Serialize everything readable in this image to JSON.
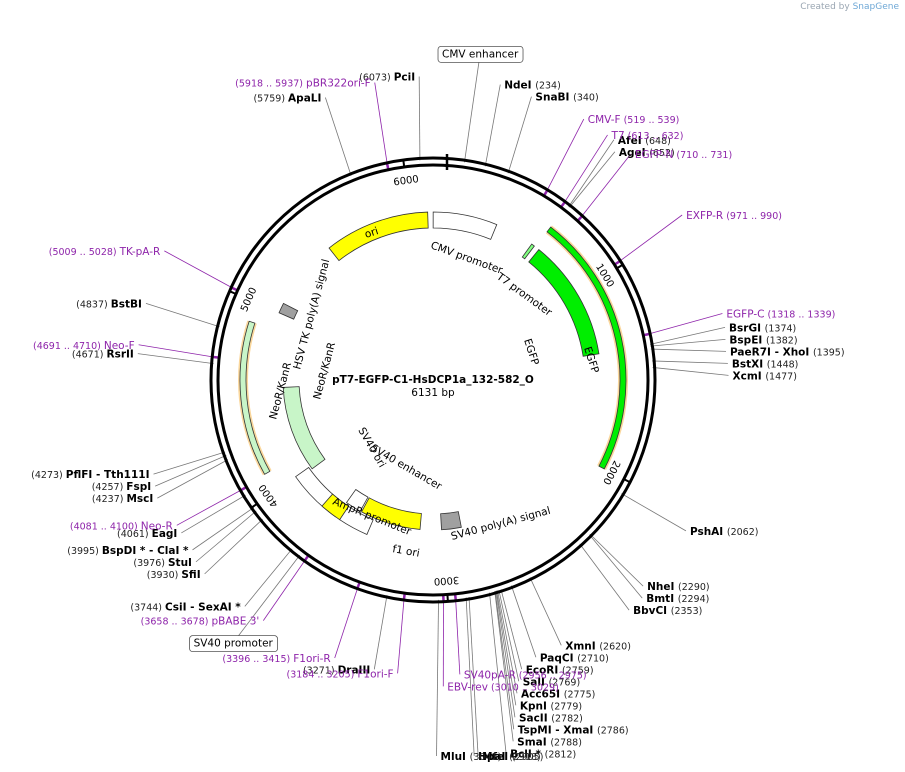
{
  "credit": {
    "prefix": "Created by",
    "brand": "SnapGene"
  },
  "title": "pT7-EGFP-C1-HsDCP1a_132-582_O",
  "length_label": "6131 bp",
  "total_bp": 6131,
  "ring_ticks": [
    {
      "pos": 1000,
      "label": "1000"
    },
    {
      "pos": 2000,
      "label": "2000"
    },
    {
      "pos": 3000,
      "label": "3000"
    },
    {
      "pos": 4000,
      "label": "4000"
    },
    {
      "pos": 5000,
      "label": "5000"
    },
    {
      "pos": 6000,
      "label": "6000"
    }
  ],
  "features": [
    {
      "name": "CMV promoter",
      "start": 1,
      "end": 380,
      "color": "#ffffff",
      "level": 1
    },
    {
      "name": "T7 promoter",
      "start": 613,
      "end": 632,
      "color": "#80ff80",
      "level": 1
    },
    {
      "name": "EGFP",
      "start": 665,
      "end": 1380,
      "color": "#00ee00",
      "level": 1
    },
    {
      "name": "EGFP",
      "start": 640,
      "end": 2000,
      "color": "#00ee00",
      "level": 0
    },
    {
      "name": "SV40 poly(A) signal",
      "start": 2880,
      "end": 3010,
      "color": "#a0a0a0",
      "level": 2
    },
    {
      "name": "f1 ori",
      "start": 3150,
      "end": 3550,
      "color": "#ffff00",
      "level": 2
    },
    {
      "name": "AmpR promoter",
      "start": 3560,
      "end": 3665,
      "color": "#ffffff",
      "level": 2
    },
    {
      "name": "AmpR promoter",
      "start": 3670,
      "end": 4000,
      "color": "#ffffff",
      "level": 1
    },
    {
      "name": "SV40 ori",
      "start": 3640,
      "end": 3770,
      "color": "#ffff00",
      "level": 1
    },
    {
      "name": "SV40 enhancer",
      "start": 3460,
      "end": 3640,
      "color": "#ffffff",
      "level": 1
    },
    {
      "name": "NeoR/KanR",
      "start": 3980,
      "end": 4550,
      "color": "#c8f5c8",
      "level": 2
    },
    {
      "name": "NeoR/KanR",
      "start": 4100,
      "end": 4900,
      "color": "#c8f5c8",
      "level": 0
    },
    {
      "name": "HSV TK poly(A) signal",
      "start": 5000,
      "end": 5060,
      "color": "#a0a0a0",
      "level": 1
    },
    {
      "name": "ori",
      "start": 5480,
      "end": 6100,
      "color": "#ffff00",
      "level": 1
    }
  ],
  "feature_labels": {
    "cmv": "CMV promoter",
    "t7": "T7 promoter",
    "egfp_inner": "EGFP",
    "egfp_outer": "EGFP",
    "sv40pa": "SV40 poly(A) signal",
    "f1ori": "f1 ori",
    "ampr": "AmpR promoter",
    "sv40ori": "SV40 ori",
    "sv40enh": "SV40 enhancer",
    "neor_inner": "NeoR/KanR",
    "neor_outer": "NeoR/KanR",
    "hsvtk": "HSV TK poly(A) signal",
    "ori": "ori"
  },
  "boxed_labels": [
    {
      "text": "CMV enhancer",
      "pos": 140
    },
    {
      "text": "SV40 promoter",
      "pos": 3700
    }
  ],
  "enzymes": [
    {
      "name": "PciI",
      "num": "(6073)",
      "pos": 6073
    },
    {
      "name": "ApaLI",
      "num": "(5759)",
      "pos": 5759
    },
    {
      "name": "NdeI",
      "num": "(234)",
      "pos": 234
    },
    {
      "name": "SnaBI",
      "num": "(340)",
      "pos": 340
    },
    {
      "name": "AfeI",
      "num": "(648)",
      "pos": 648
    },
    {
      "name": "AgeI",
      "num": "(652)",
      "pos": 652
    },
    {
      "name": "BsrGI",
      "num": "(1374)",
      "pos": 1374
    },
    {
      "name": "BspEI",
      "num": "(1382)",
      "pos": 1382
    },
    {
      "name": "PaeR7I - XhoI",
      "num": "(1395)",
      "pos": 1395
    },
    {
      "name": "BstXI",
      "num": "(1448)",
      "pos": 1448
    },
    {
      "name": "XcmI",
      "num": "(1477)",
      "pos": 1477
    },
    {
      "name": "PshAI",
      "num": "(2062)",
      "pos": 2062
    },
    {
      "name": "NheI",
      "num": "(2290)",
      "pos": 2290
    },
    {
      "name": "BmtI",
      "num": "(2294)",
      "pos": 2294
    },
    {
      "name": "BbvCI",
      "num": "(2353)",
      "pos": 2353
    },
    {
      "name": "XmnI",
      "num": "(2620)",
      "pos": 2620
    },
    {
      "name": "PaqCI",
      "num": "(2710)",
      "pos": 2710
    },
    {
      "name": "EcoRI",
      "num": "(2759)",
      "pos": 2759
    },
    {
      "name": "SalI",
      "num": "(2769)",
      "pos": 2769
    },
    {
      "name": "Acc65I",
      "num": "(2775)",
      "pos": 2775
    },
    {
      "name": "KpnI",
      "num": "(2779)",
      "pos": 2779
    },
    {
      "name": "SacII",
      "num": "(2782)",
      "pos": 2782
    },
    {
      "name": "TspMI - XmaI",
      "num": "(2786)",
      "pos": 2786
    },
    {
      "name": "SmaI",
      "num": "(2788)",
      "pos": 2788
    },
    {
      "name": "BclI *",
      "num": "(2812)",
      "pos": 2812
    },
    {
      "name": "MfeI",
      "num": "(2905)",
      "pos": 2905
    },
    {
      "name": "HpaI",
      "num": "(2918)",
      "pos": 2918
    },
    {
      "name": "MluI",
      "num": "(3041)",
      "pos": 3041
    },
    {
      "name": "DraIII",
      "num": "(3271)",
      "pos": 3271
    },
    {
      "name": "CsiI - SexAI *",
      "num": "(3744)",
      "pos": 3744
    },
    {
      "name": "SfiI",
      "num": "(3930)",
      "pos": 3930
    },
    {
      "name": "StuI",
      "num": "(3976)",
      "pos": 3976
    },
    {
      "name": "BspDI * - ClaI *",
      "num": "(3995)",
      "pos": 3995
    },
    {
      "name": "EagI",
      "num": "(4061)",
      "pos": 4061
    },
    {
      "name": "MscI",
      "num": "(4237)",
      "pos": 4237
    },
    {
      "name": "FspI",
      "num": "(4257)",
      "pos": 4257
    },
    {
      "name": "PflFI - Tth111I",
      "num": "(4273)",
      "pos": 4273
    },
    {
      "name": "RsrII",
      "num": "(4671)",
      "pos": 4671
    },
    {
      "name": "BstBI",
      "num": "(4837)",
      "pos": 4837
    }
  ],
  "primers": [
    {
      "name": "pBR322ori-F",
      "range": "(5918 .. 5937)",
      "pos": 5927
    },
    {
      "name": "CMV-F",
      "range": "(519 .. 539)",
      "pos": 529
    },
    {
      "name": "T7",
      "range": "(613 .. 632)",
      "pos": 622
    },
    {
      "name": "EGFP-N",
      "range": "(710 .. 731)",
      "pos": 720
    },
    {
      "name": "EXFP-R",
      "range": "(971 .. 990)",
      "pos": 980
    },
    {
      "name": "EGFP-C",
      "range": "(1318 .. 1339)",
      "pos": 1328
    },
    {
      "name": "SV40pA-R",
      "range": "(2956 .. 2975)",
      "pos": 2965
    },
    {
      "name": "EBV-rev",
      "range": "(3010 .. 3029)",
      "pos": 3019
    },
    {
      "name": "F1ori-F",
      "range": "(3184 .. 3205)",
      "pos": 3194
    },
    {
      "name": "F1ori-R",
      "range": "(3396 .. 3415)",
      "pos": 3405
    },
    {
      "name": "pBABE 3'",
      "range": "(3658 .. 3678)",
      "pos": 3668
    },
    {
      "name": "Neo-R",
      "range": "(4081 .. 4100)",
      "pos": 4090
    },
    {
      "name": "Neo-F",
      "range": "(4691 .. 4710)",
      "pos": 4700
    },
    {
      "name": "TK-pA-R",
      "range": "(5009 .. 5028)",
      "pos": 5018
    }
  ],
  "colors": {
    "primer": "#8e24aa",
    "orange_track": "#f5a623",
    "ring": "#000000"
  }
}
